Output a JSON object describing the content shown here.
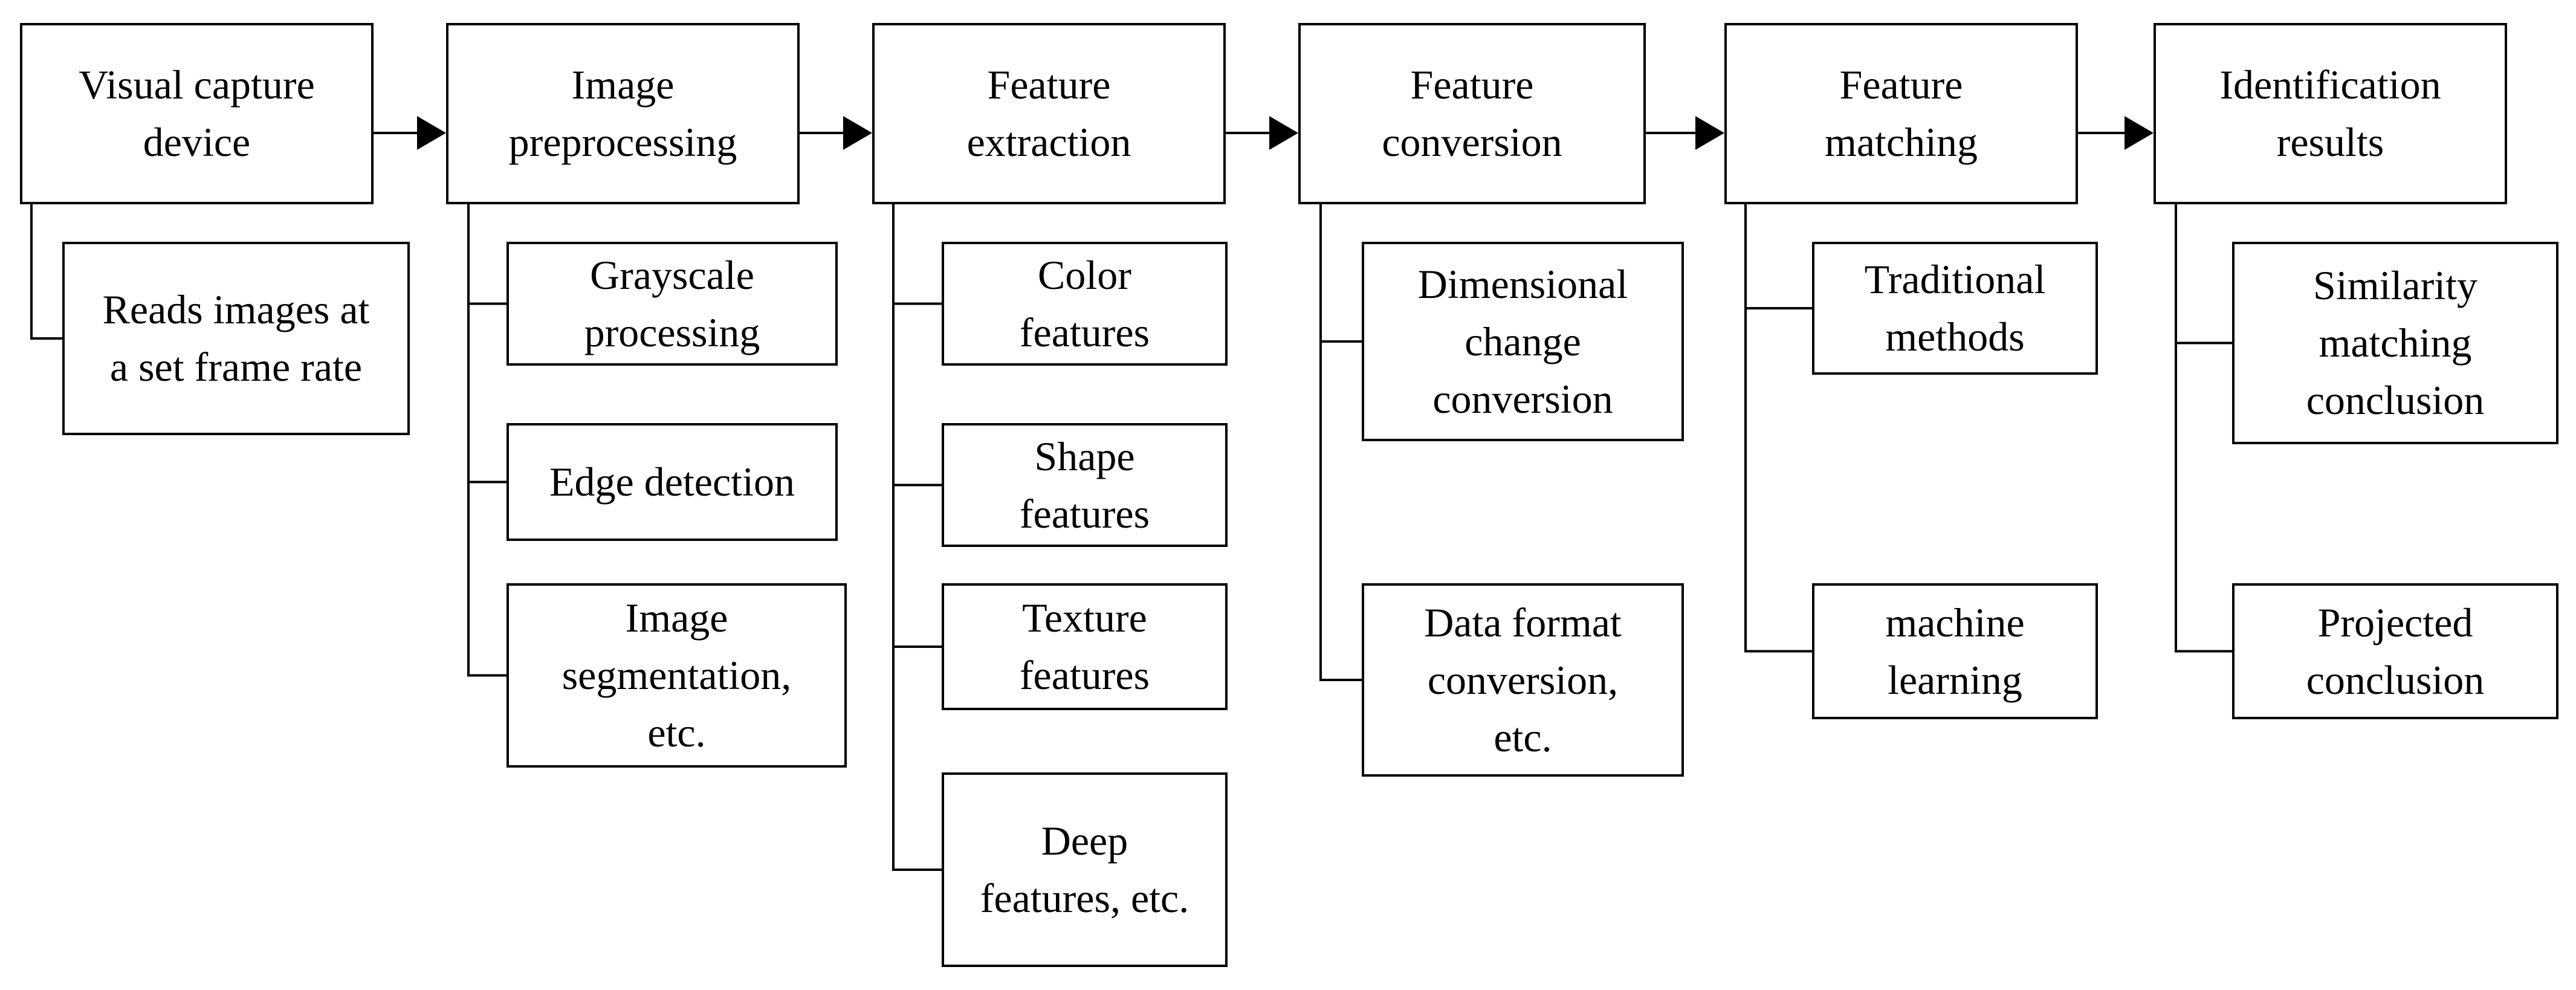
{
  "stages": [
    {
      "id": "visual-capture-device",
      "lines": [
        "Visual capture",
        "device"
      ],
      "children": [
        {
          "id": "reads-images",
          "lines": [
            "Reads images at",
            "a set frame rate"
          ]
        }
      ]
    },
    {
      "id": "image-preprocessing",
      "lines": [
        "Image",
        "preprocessing"
      ],
      "children": [
        {
          "id": "grayscale-processing",
          "lines": [
            "Grayscale",
            "processing"
          ]
        },
        {
          "id": "edge-detection",
          "lines": [
            "Edge detection"
          ]
        },
        {
          "id": "image-segmentation",
          "lines": [
            "Image",
            "segmentation,",
            "etc."
          ]
        }
      ]
    },
    {
      "id": "feature-extraction",
      "lines": [
        "Feature",
        "extraction"
      ],
      "children": [
        {
          "id": "color-features",
          "lines": [
            "Color",
            "features"
          ]
        },
        {
          "id": "shape-features",
          "lines": [
            "Shape",
            "features"
          ]
        },
        {
          "id": "texture-features",
          "lines": [
            "Texture",
            "features"
          ]
        },
        {
          "id": "deep-features",
          "lines": [
            "Deep",
            "features, etc."
          ]
        }
      ]
    },
    {
      "id": "feature-conversion",
      "lines": [
        "Feature",
        "conversion"
      ],
      "children": [
        {
          "id": "dimensional-change-conversion",
          "lines": [
            "Dimensional",
            "change",
            "conversion"
          ]
        },
        {
          "id": "data-format-conversion",
          "lines": [
            "Data format",
            "conversion,",
            "etc."
          ]
        }
      ]
    },
    {
      "id": "feature-matching",
      "lines": [
        "Feature",
        "matching"
      ],
      "children": [
        {
          "id": "traditional-methods",
          "lines": [
            "Traditional",
            "methods"
          ]
        },
        {
          "id": "machine-learning",
          "lines": [
            "machine",
            "learning"
          ]
        }
      ]
    },
    {
      "id": "identification-results",
      "lines": [
        "Identification",
        "results"
      ],
      "children": [
        {
          "id": "similarity-matching-conclusion",
          "lines": [
            "Similarity",
            "matching",
            "conclusion"
          ]
        },
        {
          "id": "projected-conclusion",
          "lines": [
            "Projected",
            "conclusion"
          ]
        }
      ]
    }
  ]
}
